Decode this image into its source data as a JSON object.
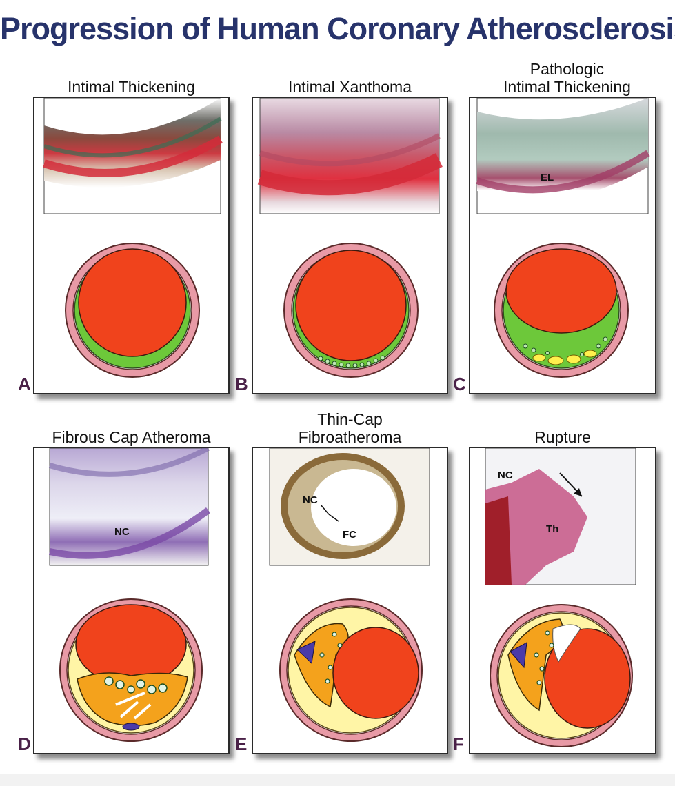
{
  "title": "Progression of Human Coronary Atherosclerosis",
  "panels": [
    {
      "letter": "A",
      "title": "Intimal Thickening",
      "labels": []
    },
    {
      "letter": "B",
      "title": "Intimal Xanthoma",
      "labels": []
    },
    {
      "letter": "C",
      "title_line1": "Pathologic",
      "title_line2": "Intimal Thickening",
      "labels": [
        "EL"
      ]
    },
    {
      "letter": "D",
      "title": "Fibrous Cap Atheroma",
      "labels": [
        "NC"
      ]
    },
    {
      "letter": "E",
      "title_line1": "Thin-Cap",
      "title_line2": "Fibroatheroma",
      "labels": [
        "NC",
        "FC"
      ]
    },
    {
      "letter": "F",
      "title": "Rupture",
      "labels": [
        "NC",
        "Th"
      ]
    }
  ],
  "colors": {
    "title": "#27336b",
    "letters": "#4a2148",
    "lumen": "#f0431c",
    "media": "#e89aa6",
    "intima_green": "#6dc83a",
    "lipid_yellow": "#fff5a6",
    "necrotic_orange": "#f4a21c",
    "calcium_purple": "#4b3aa8"
  }
}
